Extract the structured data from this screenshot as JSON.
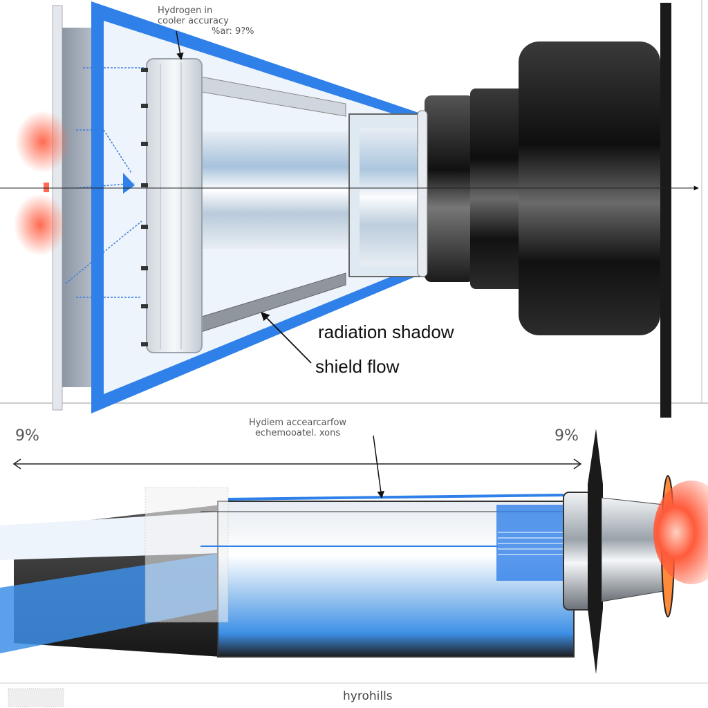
{
  "top_callout": {
    "line1": "Hydrogen in",
    "line2": "cooler accuracy",
    "line3": "%ar: 9?%"
  },
  "labels": {
    "radiation": "radiation shadow",
    "shield": "shield flow"
  },
  "bottom_callout": {
    "line1": "Hydiem accearcarfow",
    "line2": "echemooatel. xons"
  },
  "percent_left": "9%",
  "percent_right": "9%",
  "footer": "hyrohills",
  "colors": {
    "accent_blue": "#2f80e8",
    "hot_red": "#ff4a30",
    "dark_metal": "#1c1c1c",
    "silver": "#d6dde4"
  }
}
